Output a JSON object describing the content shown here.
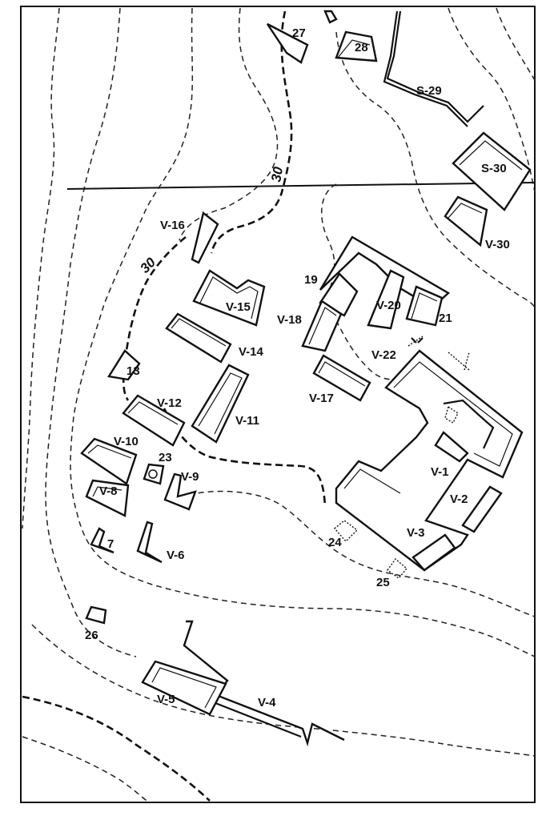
{
  "map": {
    "contour_label_value": "30",
    "buildings": [
      {
        "id": "v1",
        "label": "V-1"
      },
      {
        "id": "v2",
        "label": "V-2"
      },
      {
        "id": "v3",
        "label": "V-3"
      },
      {
        "id": "v4",
        "label": "V-4"
      },
      {
        "id": "v5",
        "label": "V-5"
      },
      {
        "id": "v6",
        "label": "V-6"
      },
      {
        "id": "v7",
        "label": "7"
      },
      {
        "id": "v8",
        "label": "V-8"
      },
      {
        "id": "v9",
        "label": "V-9"
      },
      {
        "id": "v10",
        "label": "V-10"
      },
      {
        "id": "v11",
        "label": "V-11"
      },
      {
        "id": "v12",
        "label": "V-12"
      },
      {
        "id": "v13",
        "label": "13"
      },
      {
        "id": "v14",
        "label": "V-14"
      },
      {
        "id": "v15",
        "label": "V-15"
      },
      {
        "id": "v16",
        "label": "V-16"
      },
      {
        "id": "v17",
        "label": "V-17"
      },
      {
        "id": "v18",
        "label": "V-18"
      },
      {
        "id": "v19",
        "label": "19"
      },
      {
        "id": "v20",
        "label": "V-20"
      },
      {
        "id": "v21",
        "label": "21"
      },
      {
        "id": "v22",
        "label": "V-22"
      },
      {
        "id": "v23",
        "label": "23"
      },
      {
        "id": "v24",
        "label": "24"
      },
      {
        "id": "v25",
        "label": "25"
      },
      {
        "id": "v26",
        "label": "26"
      },
      {
        "id": "v27",
        "label": "27"
      },
      {
        "id": "v28",
        "label": "28"
      },
      {
        "id": "s29",
        "label": "S-29"
      },
      {
        "id": "s30",
        "label": "S-30"
      },
      {
        "id": "v30",
        "label": "V-30"
      }
    ]
  }
}
